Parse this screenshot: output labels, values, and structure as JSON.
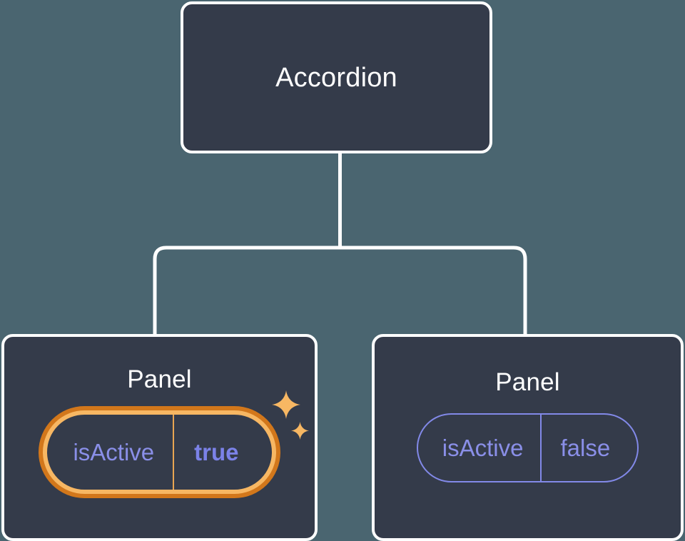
{
  "diagram": {
    "type": "component-tree",
    "background_color": "#4a6570",
    "node_fill_color": "#343b4a",
    "node_border_color": "#ffffff",
    "connector_color": "#ffffff",
    "highlight_outer_color": "#d2771b",
    "highlight_inner_color": "#f7b763",
    "prop_text_color": "#8a8fe8",
    "prop_value_active_color": "#7b82e8"
  },
  "root": {
    "title": "Accordion"
  },
  "children": [
    {
      "title": "Panel",
      "highlighted": true,
      "prop": {
        "key": "isActive",
        "value": "true"
      },
      "sparkles": [
        "sparkle-large-icon",
        "sparkle-small-icon"
      ]
    },
    {
      "title": "Panel",
      "highlighted": false,
      "prop": {
        "key": "isActive",
        "value": "false"
      }
    }
  ]
}
